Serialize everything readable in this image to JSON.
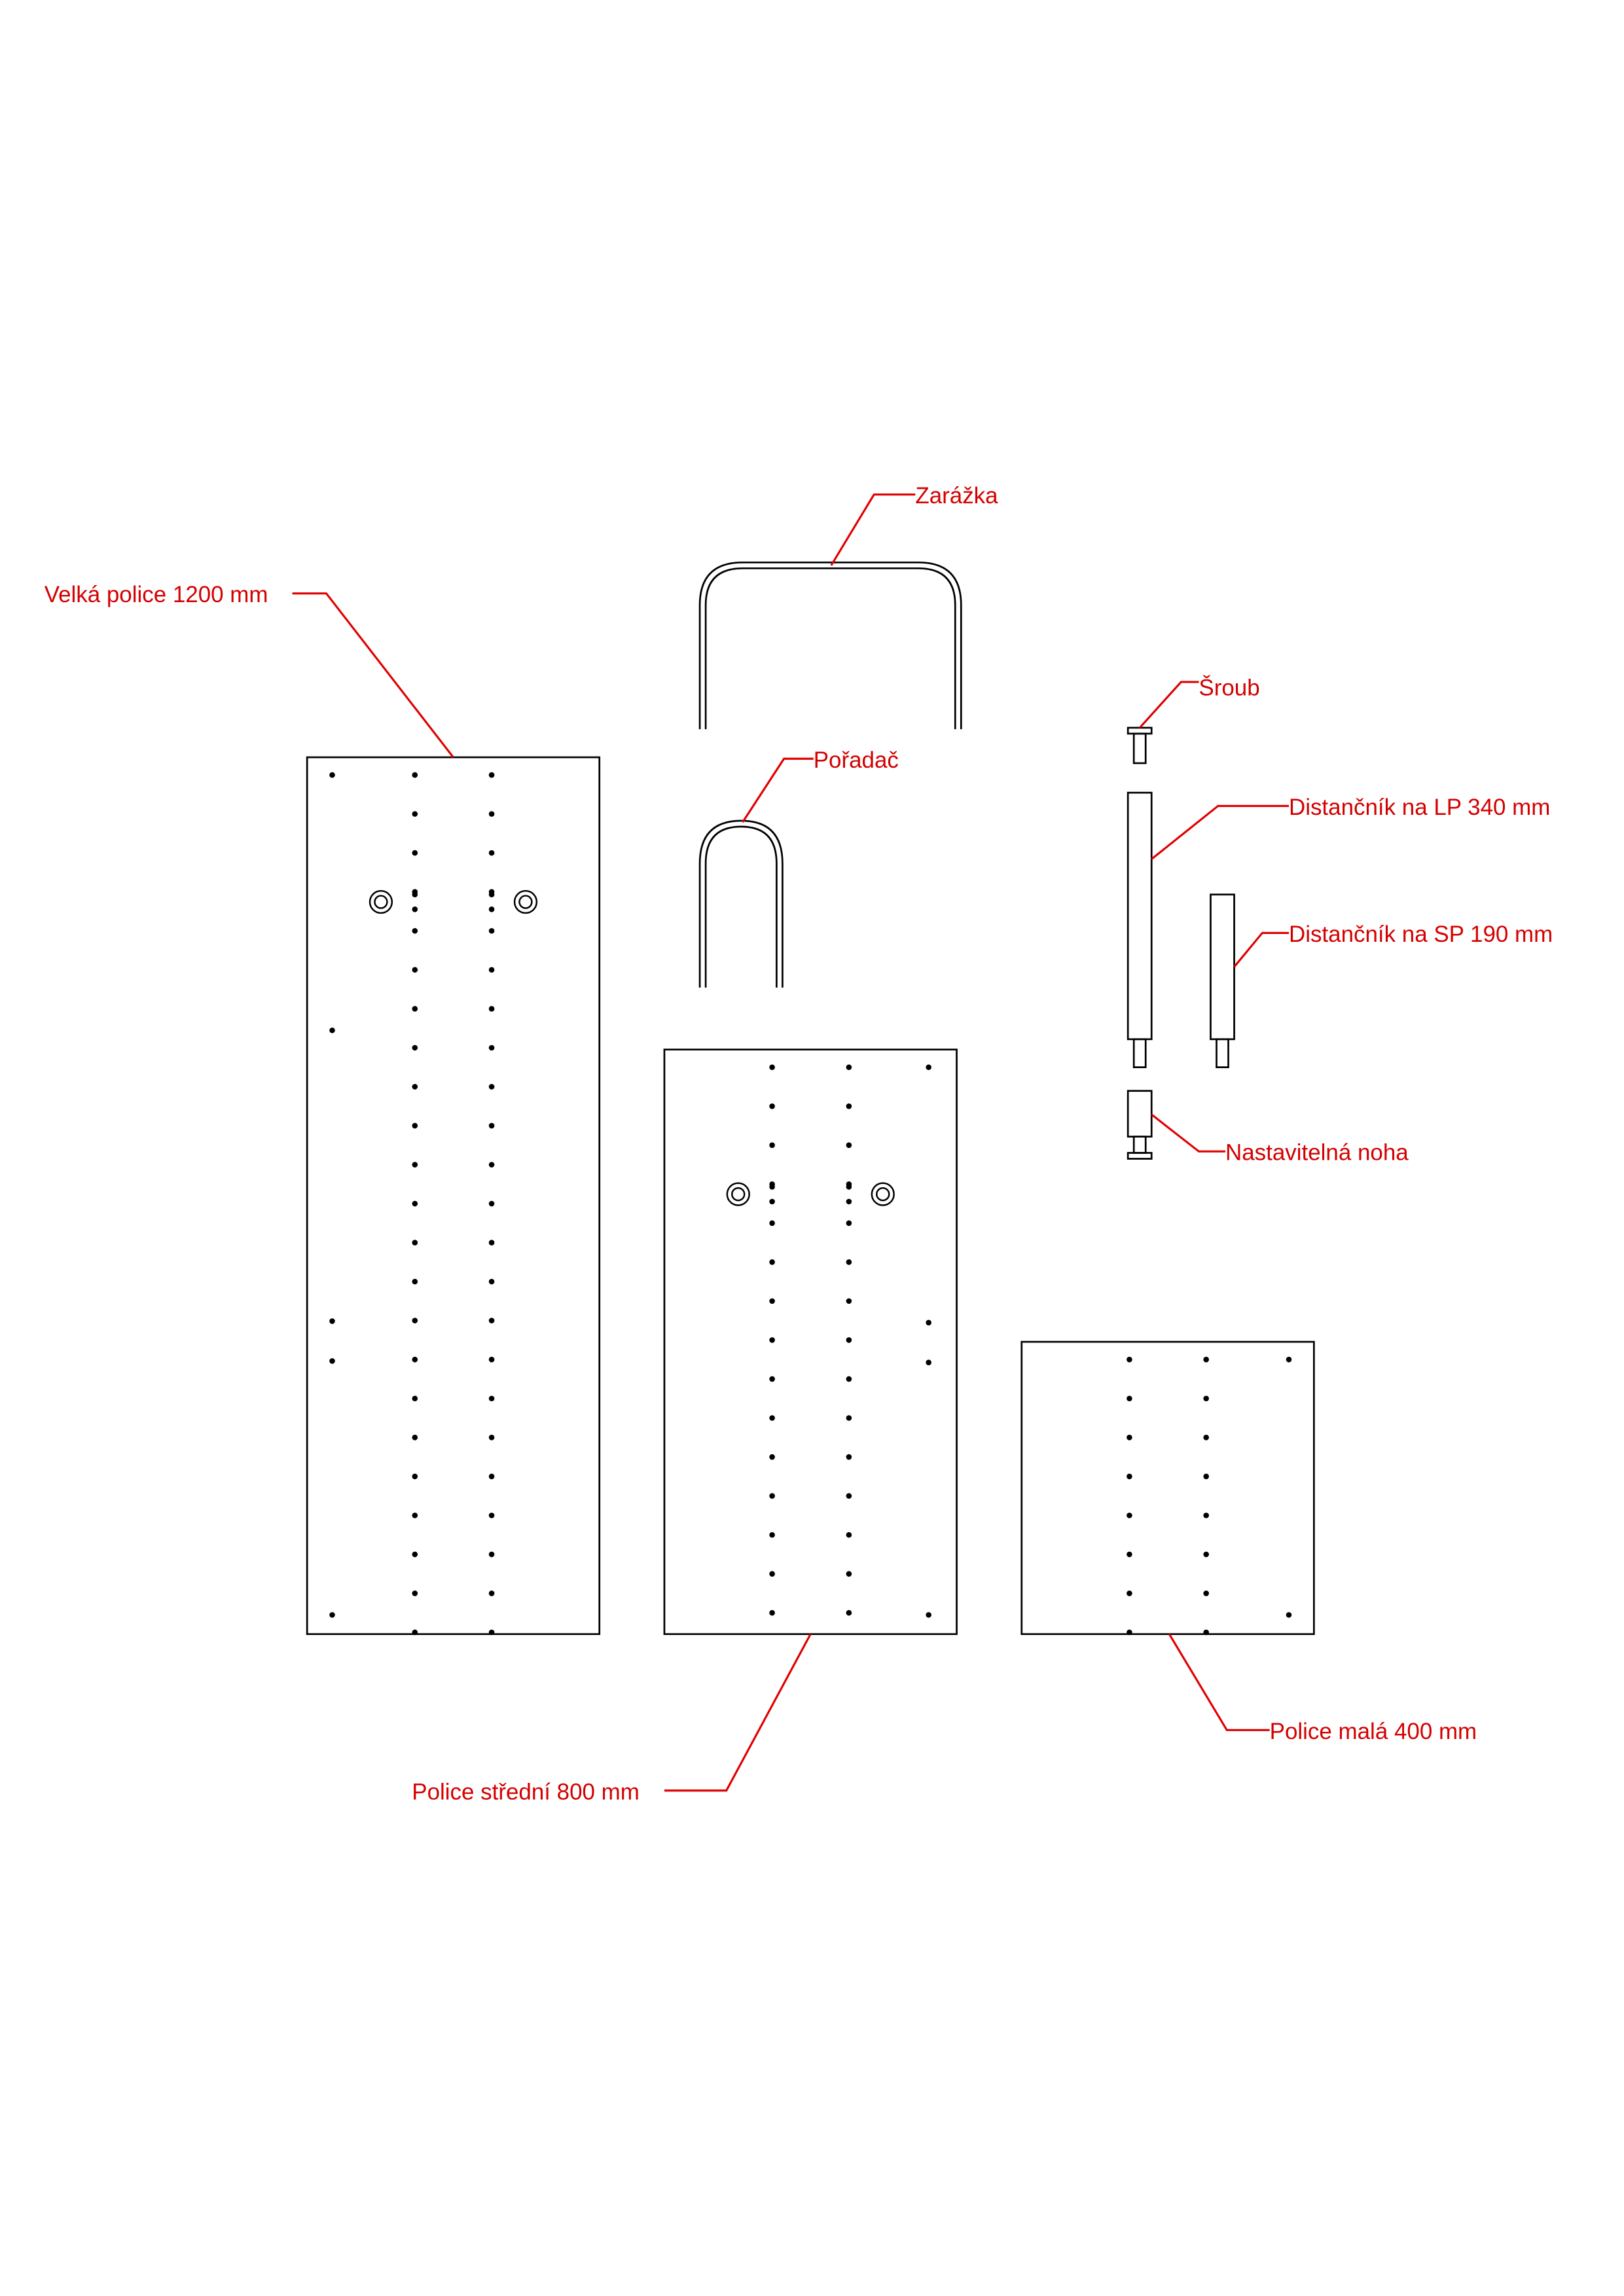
{
  "labels": {
    "velka_police": "Velká police 1200 mm",
    "zarazka": "Zarážka",
    "poradac": "Pořadač",
    "sroub": "Šroub",
    "distancnik_lp": "Distančník na LP 340 mm",
    "distancnik_sp": "Distančník na SP 190 mm",
    "nastavitelna_noha": "Nastavitelná noha",
    "police_stredni": "Police střední 800 mm",
    "police_mala": "Police malá 400 mm"
  },
  "colors": {
    "label": "#d40000",
    "leader": "#e00000",
    "line": "#000000",
    "background": "#ffffff"
  }
}
